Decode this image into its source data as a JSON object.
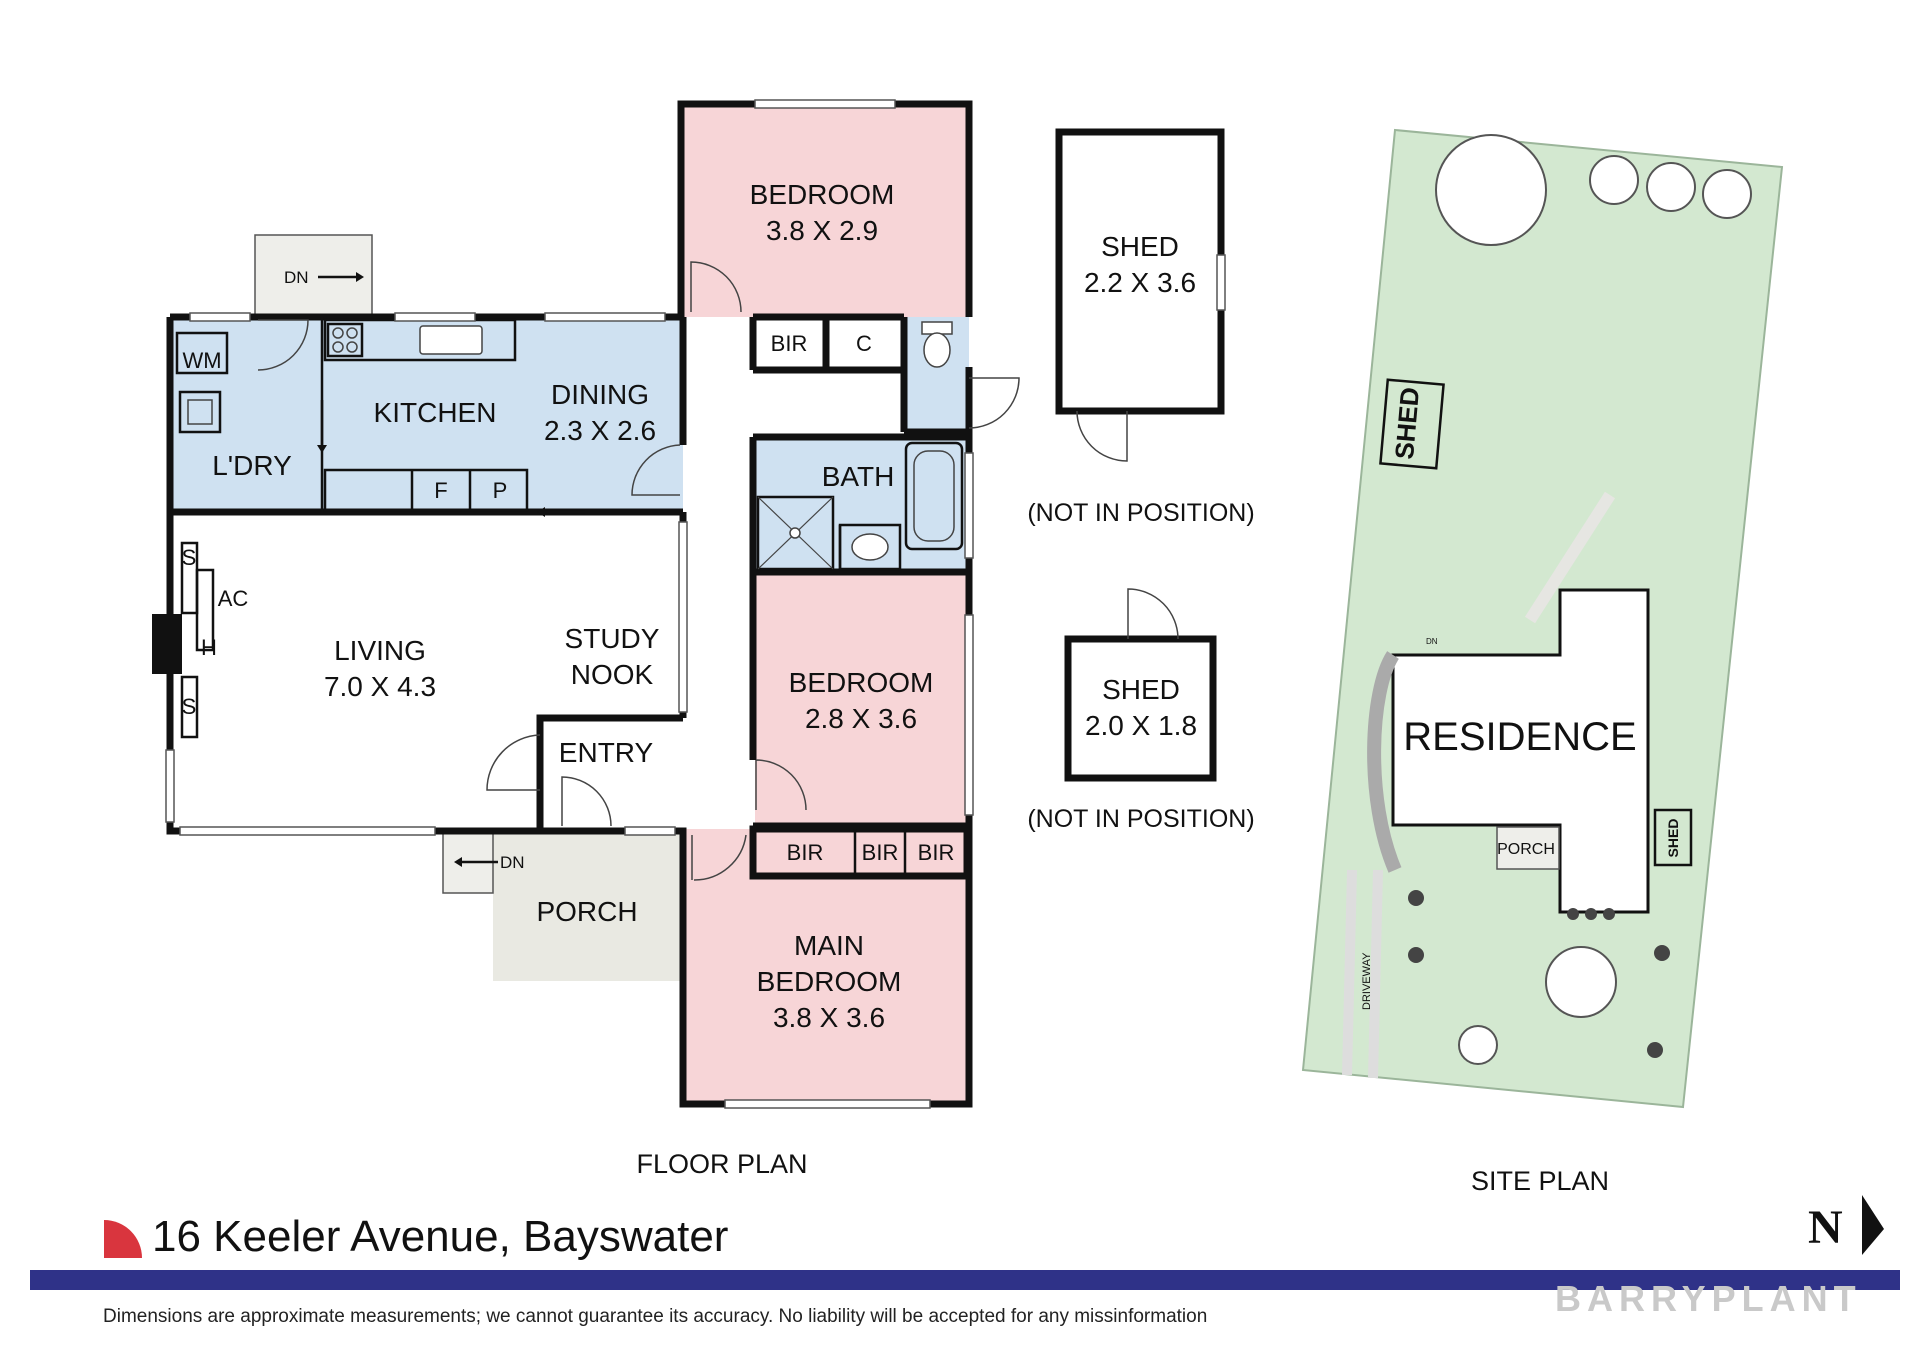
{
  "address": "16 Keeler Avenue, Bayswater",
  "disclaimer": "Dimensions are approximate measurements; we cannot guarantee its accuracy. No liability will be accepted for any  missinformation",
  "brand": "BARRYPLANT",
  "north_label": "N",
  "floor_plan": {
    "caption": "FLOOR PLAN",
    "rooms": {
      "bedroom1": {
        "name": "BEDROOM",
        "dims": "3.8 X 2.9"
      },
      "kitchen": {
        "name": "KITCHEN"
      },
      "dining": {
        "name": "DINING",
        "dims": "2.3 X 2.6"
      },
      "laundry": {
        "name": "L'DRY"
      },
      "living": {
        "name": "LIVING",
        "dims": "7.0 X 4.3"
      },
      "study": {
        "line1": "STUDY",
        "line2": "NOOK"
      },
      "entry": {
        "name": "ENTRY"
      },
      "porch": {
        "name": "PORCH"
      },
      "bath": {
        "name": "BATH"
      },
      "bedroom2": {
        "name": "BEDROOM",
        "dims": "2.8 X 3.6"
      },
      "main_bedroom": {
        "line1": "MAIN",
        "line2": "BEDROOM",
        "dims": "3.8 X 3.6"
      }
    },
    "fixtures": {
      "wm": "WM",
      "f": "F",
      "p": "P",
      "bir": "BIR",
      "c": "C",
      "ac": "AC",
      "h": "H",
      "s": "S",
      "dn": "DN"
    }
  },
  "sheds": [
    {
      "name": "SHED",
      "dims": "2.2 X 3.6",
      "note": "(NOT IN POSITION)"
    },
    {
      "name": "SHED",
      "dims": "2.0 X 1.8",
      "note": "(NOT IN POSITION)"
    }
  ],
  "site_plan": {
    "caption": "SITE PLAN",
    "residence": "RESIDENCE",
    "shed": "SHED",
    "porch": "PORCH",
    "driveway": "DRIVEWAY",
    "dn": "DN"
  },
  "colors": {
    "bedroom": "#f7d5d7",
    "wet_area": "#cfe1f1",
    "porch": "#e9e9e2",
    "site_grass": "#d3e8d0",
    "brand_bar": "#2f3288",
    "logo_red": "#d9353e"
  }
}
